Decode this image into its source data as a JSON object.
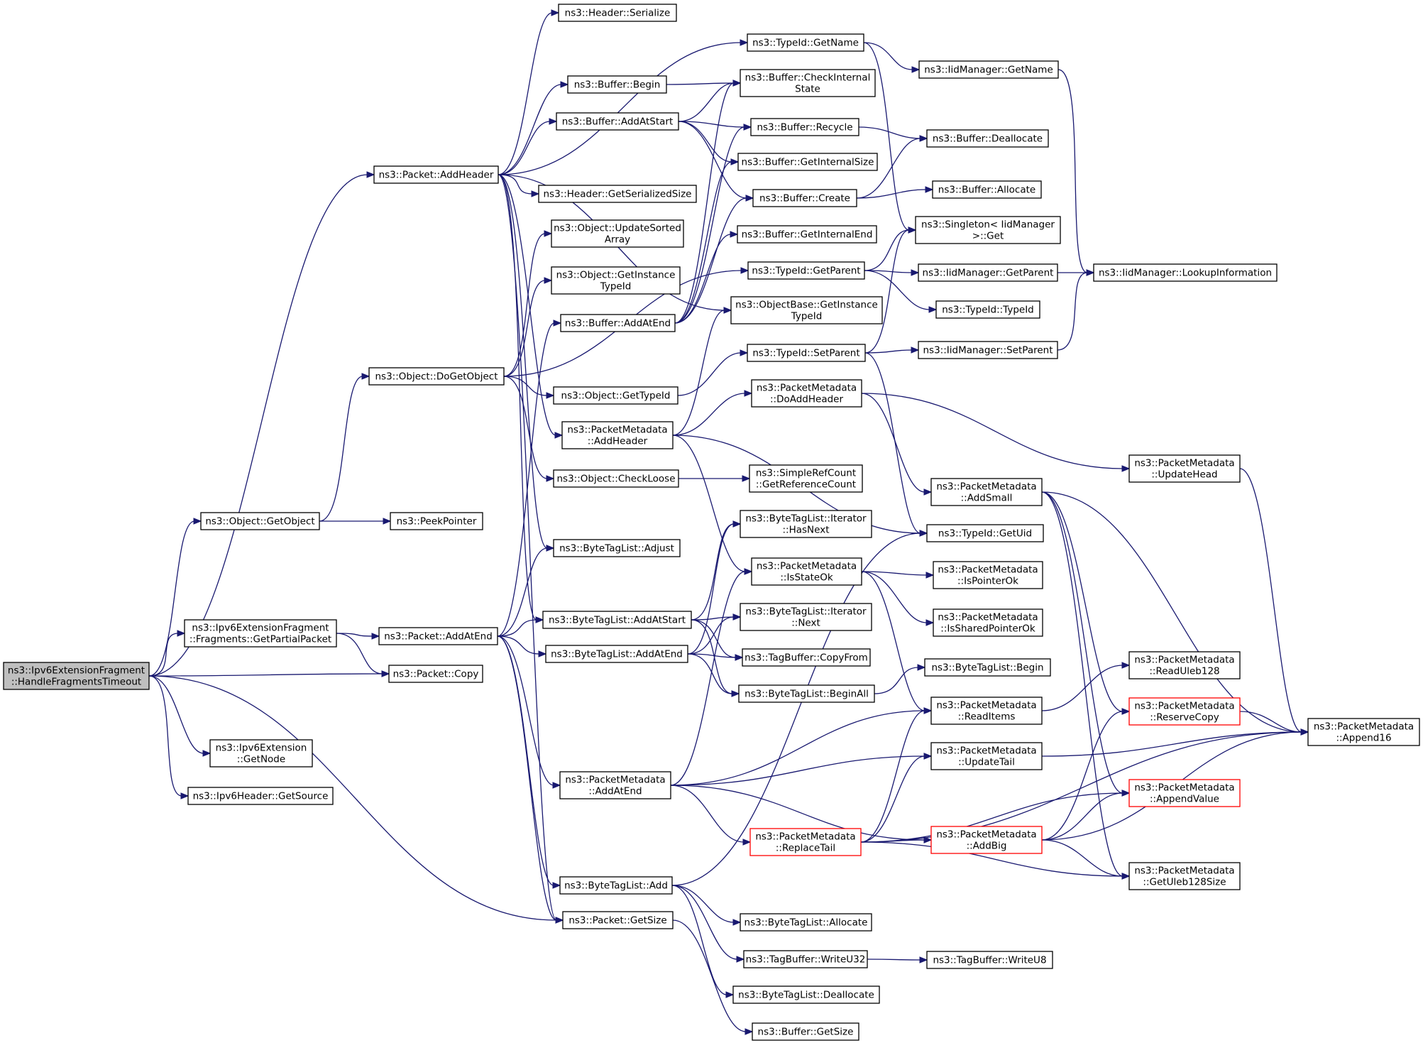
{
  "nodes": [
    {
      "id": "root",
      "lines": [
        "ns3::Ipv6ExtensionFragment",
        "::HandleFragmentsTimeout"
      ],
      "style": "root"
    },
    {
      "id": "pkt_addheader",
      "lines": [
        "ns3::Packet::AddHeader"
      ]
    },
    {
      "id": "obj_getobject",
      "lines": [
        "ns3::Object::GetObject"
      ]
    },
    {
      "id": "frag_getpartial",
      "lines": [
        "ns3::Ipv6ExtensionFragment",
        "::Fragments::GetPartialPacket"
      ]
    },
    {
      "id": "pkt_copy",
      "lines": [
        "ns3::Packet::Copy"
      ]
    },
    {
      "id": "ext_getnode",
      "lines": [
        "ns3::Ipv6Extension",
        "::GetNode"
      ]
    },
    {
      "id": "hdr_getsource",
      "lines": [
        "ns3::Ipv6Header::GetSource"
      ]
    },
    {
      "id": "pkt_getsize",
      "lines": [
        "ns3::Packet::GetSize"
      ]
    },
    {
      "id": "hdr_serialize",
      "lines": [
        "ns3::Header::Serialize"
      ]
    },
    {
      "id": "buf_begin",
      "lines": [
        "ns3::Buffer::Begin"
      ]
    },
    {
      "id": "buf_addatstart",
      "lines": [
        "ns3::Buffer::AddAtStart"
      ]
    },
    {
      "id": "hdr_getserializedsize",
      "lines": [
        "ns3::Header::GetSerializedSize"
      ]
    },
    {
      "id": "obj_dogetobject",
      "lines": [
        "ns3::Object::DoGetObject"
      ]
    },
    {
      "id": "obj_updatesorted",
      "lines": [
        "ns3::Object::UpdateSorted",
        "Array"
      ]
    },
    {
      "id": "obj_getinstancetypeid",
      "lines": [
        "ns3::Object::GetInstance",
        "TypeId"
      ]
    },
    {
      "id": "buf_addatend",
      "lines": [
        "ns3::Buffer::AddAtEnd"
      ]
    },
    {
      "id": "obj_gettypeid",
      "lines": [
        "ns3::Object::GetTypeId"
      ]
    },
    {
      "id": "pm_addheader",
      "lines": [
        "ns3::PacketMetadata",
        "::AddHeader"
      ]
    },
    {
      "id": "obj_checkloose",
      "lines": [
        "ns3::Object::CheckLoose"
      ]
    },
    {
      "id": "peekpointer",
      "lines": [
        "ns3::PeekPointer"
      ]
    },
    {
      "id": "btl_adjust",
      "lines": [
        "ns3::ByteTagList::Adjust"
      ]
    },
    {
      "id": "pkt_addatend",
      "lines": [
        "ns3::Packet::AddAtEnd"
      ]
    },
    {
      "id": "btl_addatstart",
      "lines": [
        "ns3::ByteTagList::AddAtStart"
      ]
    },
    {
      "id": "btl_addatend",
      "lines": [
        "ns3::ByteTagList::AddAtEnd"
      ]
    },
    {
      "id": "pm_addatend",
      "lines": [
        "ns3::PacketMetadata",
        "::AddAtEnd"
      ]
    },
    {
      "id": "btl_add",
      "lines": [
        "ns3::ByteTagList::Add"
      ]
    },
    {
      "id": "tid_getname",
      "lines": [
        "ns3::TypeId::GetName"
      ]
    },
    {
      "id": "buf_checkinternal",
      "lines": [
        "ns3::Buffer::CheckInternal",
        "State"
      ]
    },
    {
      "id": "buf_recycle",
      "lines": [
        "ns3::Buffer::Recycle"
      ]
    },
    {
      "id": "buf_getinternalsize",
      "lines": [
        "ns3::Buffer::GetInternalSize"
      ]
    },
    {
      "id": "buf_create",
      "lines": [
        "ns3::Buffer::Create"
      ]
    },
    {
      "id": "buf_getinternalend",
      "lines": [
        "ns3::Buffer::GetInternalEnd"
      ]
    },
    {
      "id": "tid_getparent",
      "lines": [
        "ns3::TypeId::GetParent"
      ]
    },
    {
      "id": "objbase_getinstancetypeid",
      "lines": [
        "ns3::ObjectBase::GetInstance",
        "TypeId"
      ]
    },
    {
      "id": "tid_setparent",
      "lines": [
        "ns3::TypeId::SetParent"
      ]
    },
    {
      "id": "pm_doaddheader",
      "lines": [
        "ns3::PacketMetadata",
        "::DoAddHeader"
      ]
    },
    {
      "id": "src_getrefcount",
      "lines": [
        "ns3::SimpleRefCount",
        "::GetReferenceCount"
      ]
    },
    {
      "id": "btl_it_hasnext",
      "lines": [
        "ns3::ByteTagList::Iterator",
        "::HasNext"
      ]
    },
    {
      "id": "pm_isstateok",
      "lines": [
        "ns3::PacketMetadata",
        "::IsStateOk"
      ]
    },
    {
      "id": "btl_it_next",
      "lines": [
        "ns3::ByteTagList::Iterator",
        "::Next"
      ]
    },
    {
      "id": "tb_copyfrom",
      "lines": [
        "ns3::TagBuffer::CopyFrom"
      ]
    },
    {
      "id": "btl_beginall",
      "lines": [
        "ns3::ByteTagList::BeginAll"
      ]
    },
    {
      "id": "pm_replacetail",
      "lines": [
        "ns3::PacketMetadata",
        "::ReplaceTail"
      ],
      "style": "red"
    },
    {
      "id": "btl_allocate",
      "lines": [
        "ns3::ByteTagList::Allocate"
      ]
    },
    {
      "id": "tb_writeu32",
      "lines": [
        "ns3::TagBuffer::WriteU32"
      ]
    },
    {
      "id": "btl_deallocate",
      "lines": [
        "ns3::ByteTagList::Deallocate"
      ]
    },
    {
      "id": "buf_getsize",
      "lines": [
        "ns3::Buffer::GetSize"
      ]
    },
    {
      "id": "iid_getname",
      "lines": [
        "ns3::IidManager::GetName"
      ]
    },
    {
      "id": "buf_deallocate",
      "lines": [
        "ns3::Buffer::Deallocate"
      ]
    },
    {
      "id": "buf_allocate",
      "lines": [
        "ns3::Buffer::Allocate"
      ]
    },
    {
      "id": "singleton_get",
      "lines": [
        "ns3::Singleton< IidManager",
        ">::Get"
      ]
    },
    {
      "id": "iid_getparent",
      "lines": [
        "ns3::IidManager::GetParent"
      ]
    },
    {
      "id": "tid_typeid",
      "lines": [
        "ns3::TypeId::TypeId"
      ]
    },
    {
      "id": "iid_setparent",
      "lines": [
        "ns3::IidManager::SetParent"
      ]
    },
    {
      "id": "pm_addsmall",
      "lines": [
        "ns3::PacketMetadata",
        "::AddSmall"
      ]
    },
    {
      "id": "tid_getuid",
      "lines": [
        "ns3::TypeId::GetUid"
      ]
    },
    {
      "id": "pm_ispointerok",
      "lines": [
        "ns3::PacketMetadata",
        "::IsPointerOk"
      ]
    },
    {
      "id": "pm_issharedpointerok",
      "lines": [
        "ns3::PacketMetadata",
        "::IsSharedPointerOk"
      ]
    },
    {
      "id": "btl_begin",
      "lines": [
        "ns3::ByteTagList::Begin"
      ]
    },
    {
      "id": "pm_readitems",
      "lines": [
        "ns3::PacketMetadata",
        "::ReadItems"
      ]
    },
    {
      "id": "pm_updatetail",
      "lines": [
        "ns3::PacketMetadata",
        "::UpdateTail"
      ]
    },
    {
      "id": "pm_addbig",
      "lines": [
        "ns3::PacketMetadata",
        "::AddBig"
      ],
      "style": "red"
    },
    {
      "id": "tb_writeu8",
      "lines": [
        "ns3::TagBuffer::WriteU8"
      ]
    },
    {
      "id": "iid_lookup",
      "lines": [
        "ns3::IidManager::LookupInformation"
      ]
    },
    {
      "id": "pm_updatehead",
      "lines": [
        "ns3::PacketMetadata",
        "::UpdateHead"
      ]
    },
    {
      "id": "pm_readuleb",
      "lines": [
        "ns3::PacketMetadata",
        "::ReadUleb128"
      ]
    },
    {
      "id": "pm_reservecopy",
      "lines": [
        "ns3::PacketMetadata",
        "::ReserveCopy"
      ],
      "style": "red"
    },
    {
      "id": "pm_appendvalue",
      "lines": [
        "ns3::PacketMetadata",
        "::AppendValue"
      ],
      "style": "red"
    },
    {
      "id": "pm_getulebsize",
      "lines": [
        "ns3::PacketMetadata",
        "::GetUleb128Size"
      ]
    },
    {
      "id": "pm_append16",
      "lines": [
        "ns3::PacketMetadata",
        "::Append16"
      ]
    }
  ],
  "edges": [
    [
      "root",
      "pkt_addheader"
    ],
    [
      "root",
      "obj_getobject"
    ],
    [
      "root",
      "frag_getpartial"
    ],
    [
      "root",
      "pkt_copy"
    ],
    [
      "root",
      "ext_getnode"
    ],
    [
      "root",
      "hdr_getsource"
    ],
    [
      "root",
      "pkt_getsize"
    ],
    [
      "pkt_addheader",
      "hdr_serialize"
    ],
    [
      "pkt_addheader",
      "tid_getname"
    ],
    [
      "pkt_addheader",
      "buf_begin"
    ],
    [
      "pkt_addheader",
      "buf_addatstart"
    ],
    [
      "pkt_addheader",
      "objbase_getinstancetypeid"
    ],
    [
      "pkt_addheader",
      "hdr_getserializedsize"
    ],
    [
      "pkt_addheader",
      "pm_addheader"
    ],
    [
      "pkt_addheader",
      "btl_adjust"
    ],
    [
      "pkt_addheader",
      "btl_addatstart"
    ],
    [
      "pkt_addheader",
      "pkt_getsize"
    ],
    [
      "obj_getobject",
      "obj_dogetobject"
    ],
    [
      "obj_getobject",
      "peekpointer"
    ],
    [
      "obj_dogetobject",
      "obj_updatesorted"
    ],
    [
      "obj_dogetobject",
      "obj_getinstancetypeid"
    ],
    [
      "obj_dogetobject",
      "tid_getparent"
    ],
    [
      "obj_dogetobject",
      "obj_gettypeid"
    ],
    [
      "obj_dogetobject",
      "obj_checkloose"
    ],
    [
      "frag_getpartial",
      "pkt_addatend"
    ],
    [
      "frag_getpartial",
      "pkt_copy"
    ],
    [
      "pkt_addatend",
      "buf_addatend"
    ],
    [
      "pkt_addatend",
      "btl_adjust"
    ],
    [
      "pkt_addatend",
      "btl_addatstart"
    ],
    [
      "pkt_addatend",
      "btl_addatend"
    ],
    [
      "pkt_addatend",
      "pm_addatend"
    ],
    [
      "pkt_addatend",
      "btl_add"
    ],
    [
      "pkt_addatend",
      "pkt_getsize"
    ],
    [
      "buf_begin",
      "buf_checkinternal"
    ],
    [
      "buf_addatstart",
      "buf_checkinternal"
    ],
    [
      "buf_addatstart",
      "buf_recycle"
    ],
    [
      "buf_addatstart",
      "buf_getinternalsize"
    ],
    [
      "buf_addatstart",
      "buf_create"
    ],
    [
      "buf_addatend",
      "buf_checkinternal"
    ],
    [
      "buf_addatend",
      "buf_recycle"
    ],
    [
      "buf_addatend",
      "buf_getinternalsize"
    ],
    [
      "buf_addatend",
      "buf_create"
    ],
    [
      "buf_addatend",
      "buf_getinternalend"
    ],
    [
      "obj_gettypeid",
      "tid_setparent"
    ],
    [
      "obj_checkloose",
      "src_getrefcount"
    ],
    [
      "pm_addheader",
      "objbase_getinstancetypeid"
    ],
    [
      "pm_addheader",
      "pm_doaddheader"
    ],
    [
      "pm_addheader",
      "tid_getuid"
    ],
    [
      "pm_addheader",
      "pm_isstateok"
    ],
    [
      "btl_addatstart",
      "btl_it_hasnext"
    ],
    [
      "btl_addatstart",
      "btl_it_next"
    ],
    [
      "btl_addatstart",
      "tb_copyfrom"
    ],
    [
      "btl_addatstart",
      "btl_beginall"
    ],
    [
      "btl_addatend",
      "btl_it_hasnext"
    ],
    [
      "btl_addatend",
      "btl_it_next"
    ],
    [
      "btl_addatend",
      "tb_copyfrom"
    ],
    [
      "btl_addatend",
      "btl_beginall"
    ],
    [
      "pm_addatend",
      "pm_isstateok"
    ],
    [
      "pm_addatend",
      "pm_readitems"
    ],
    [
      "pm_addatend",
      "pm_updatetail"
    ],
    [
      "pm_addatend",
      "pm_replacetail"
    ],
    [
      "pm_addatend",
      "pm_addbig"
    ],
    [
      "btl_add",
      "tid_getuid"
    ],
    [
      "btl_add",
      "btl_allocate"
    ],
    [
      "btl_add",
      "tb_writeu32"
    ],
    [
      "btl_add",
      "btl_deallocate"
    ],
    [
      "pkt_getsize",
      "buf_getsize"
    ],
    [
      "tid_getname",
      "iid_getname"
    ],
    [
      "tid_getname",
      "singleton_get"
    ],
    [
      "buf_recycle",
      "buf_deallocate"
    ],
    [
      "buf_create",
      "buf_deallocate"
    ],
    [
      "buf_create",
      "buf_allocate"
    ],
    [
      "tid_getparent",
      "singleton_get"
    ],
    [
      "tid_getparent",
      "iid_getparent"
    ],
    [
      "tid_getparent",
      "tid_typeid"
    ],
    [
      "tid_setparent",
      "singleton_get"
    ],
    [
      "tid_setparent",
      "iid_setparent"
    ],
    [
      "tid_setparent",
      "tid_getuid"
    ],
    [
      "pm_doaddheader",
      "pm_updatehead"
    ],
    [
      "pm_doaddheader",
      "pm_addsmall"
    ],
    [
      "pm_isstateok",
      "pm_ispointerok"
    ],
    [
      "pm_isstateok",
      "pm_issharedpointerok"
    ],
    [
      "pm_isstateok",
      "pm_readitems"
    ],
    [
      "btl_beginall",
      "btl_begin"
    ],
    [
      "pm_replacetail",
      "pm_readitems"
    ],
    [
      "pm_replacetail",
      "pm_updatetail"
    ],
    [
      "pm_replacetail",
      "pm_addbig"
    ],
    [
      "pm_replacetail",
      "pm_appendvalue"
    ],
    [
      "pm_replacetail",
      "pm_getulebsize"
    ],
    [
      "pm_replacetail",
      "pm_append16"
    ],
    [
      "tb_writeu32",
      "tb_writeu8"
    ],
    [
      "iid_getname",
      "iid_lookup"
    ],
    [
      "iid_getparent",
      "iid_lookup"
    ],
    [
      "iid_setparent",
      "iid_lookup"
    ],
    [
      "pm_addsmall",
      "pm_append16"
    ],
    [
      "pm_addsmall",
      "pm_reservecopy"
    ],
    [
      "pm_addsmall",
      "pm_appendvalue"
    ],
    [
      "pm_addsmall",
      "pm_getulebsize"
    ],
    [
      "pm_readitems",
      "pm_readuleb"
    ],
    [
      "pm_updatetail",
      "pm_append16"
    ],
    [
      "pm_addbig",
      "pm_reservecopy"
    ],
    [
      "pm_addbig",
      "pm_appendvalue"
    ],
    [
      "pm_addbig",
      "pm_getulebsize"
    ],
    [
      "pm_addbig",
      "pm_append16"
    ],
    [
      "pm_updatehead",
      "pm_append16"
    ],
    [
      "pm_reservecopy",
      "pm_append16"
    ]
  ],
  "colors": {
    "edge": "#191970",
    "node_border": "#000000",
    "node_red": "#ff0000",
    "root_fill": "#bfbfbf"
  }
}
